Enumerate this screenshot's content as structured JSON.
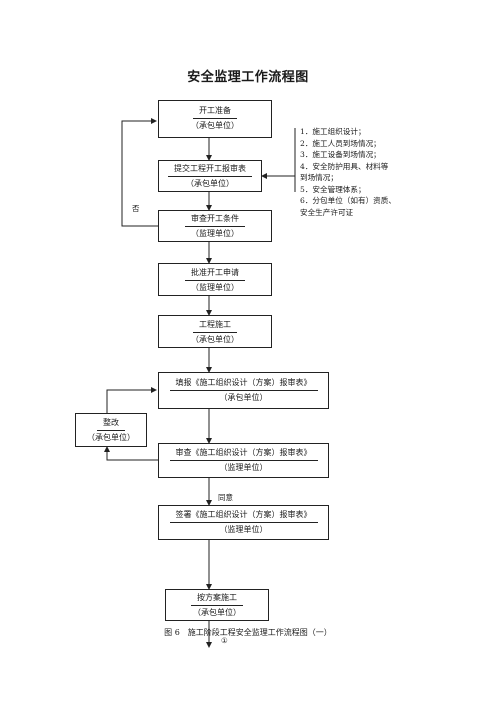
{
  "title": "安全监理工作流程图",
  "nodes": [
    {
      "label": "开工准备",
      "org": "（承包单位）"
    },
    {
      "label": "提交工程开工报审表",
      "org": "（承包单位）"
    },
    {
      "label": "审查开工条件",
      "org": "（监理单位）"
    },
    {
      "label": "批准开工申请",
      "org": "（监理单位）"
    },
    {
      "label": "工程施工",
      "org": "（承包单位）"
    },
    {
      "label": "填报《施工组织设计（方案）报审表》",
      "org": "（承包单位）"
    },
    {
      "label": "审查《施工组织设计（方案）报审表》",
      "org": "（监理单位）"
    },
    {
      "label": "签署《施工组织设计（方案）报审表》",
      "org": "（监理单位）"
    },
    {
      "label": "按方案施工",
      "org": "（承包单位）"
    }
  ],
  "rectify": {
    "label": "整改",
    "org": "（承包单位）"
  },
  "note_items": [
    "1．施工组织设计；",
    "2．施工人员到场情况；",
    "3．施工设备到场情况；",
    "4．安全防护用具、材料等",
    "到场情况；",
    "5．安全管理体系；",
    "6．分包单位（如有）资质、",
    "安全生产许可证"
  ],
  "edge_labels": {
    "no": "否",
    "agree": "同意"
  },
  "connector": "①",
  "caption": "图 6　施工阶段工程安全监理工作流程图（一）"
}
